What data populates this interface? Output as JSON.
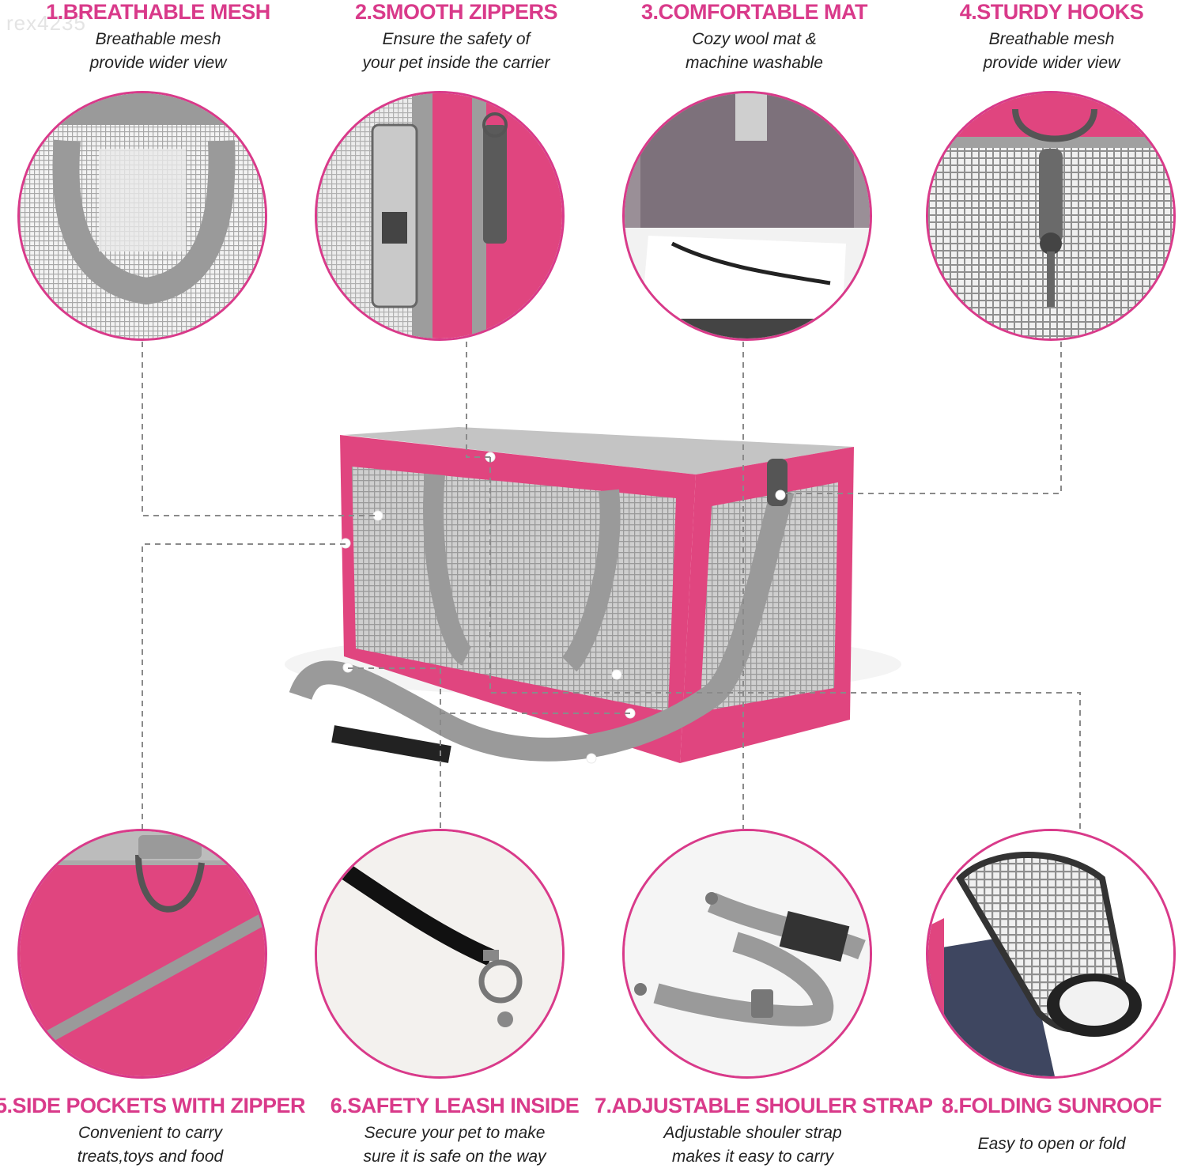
{
  "watermark": "rex4235",
  "features": [
    {
      "title": "1.BREATHABLE MESH",
      "desc1": "Breathable mesh",
      "desc2": "provide wider view"
    },
    {
      "title": "2.SMOOTH ZIPPERS",
      "desc1": "Ensure the safety of",
      "desc2": "your pet inside the carrier"
    },
    {
      "title": "3.COMFORTABLE MAT",
      "desc1": "Cozy wool mat &",
      "desc2": "machine washable"
    },
    {
      "title": "4.STURDY HOOKS",
      "desc1": "Breathable mesh",
      "desc2": "provide wider view"
    },
    {
      "title": "5.SIDE POCKETS WITH ZIPPER",
      "desc1": "Convenient to carry",
      "desc2": "treats,toys and food"
    },
    {
      "title": "6.SAFETY LEASH INSIDE",
      "desc1": "Secure your pet to make",
      "desc2": "sure it is safe on the way"
    },
    {
      "title": "7.ADJUSTABLE SHOULER STRAP",
      "desc1": "Adjustable shouler strap",
      "desc2": "makes it easy to carry"
    },
    {
      "title": "8.FOLDING SUNROOF",
      "desc1": "Easy to open or fold",
      "desc2": ""
    }
  ],
  "colors": {
    "accent": "#d93a8a",
    "fabric": "#e0457f",
    "strap": "#9a9a9a",
    "mesh": "#c8c8c8"
  }
}
